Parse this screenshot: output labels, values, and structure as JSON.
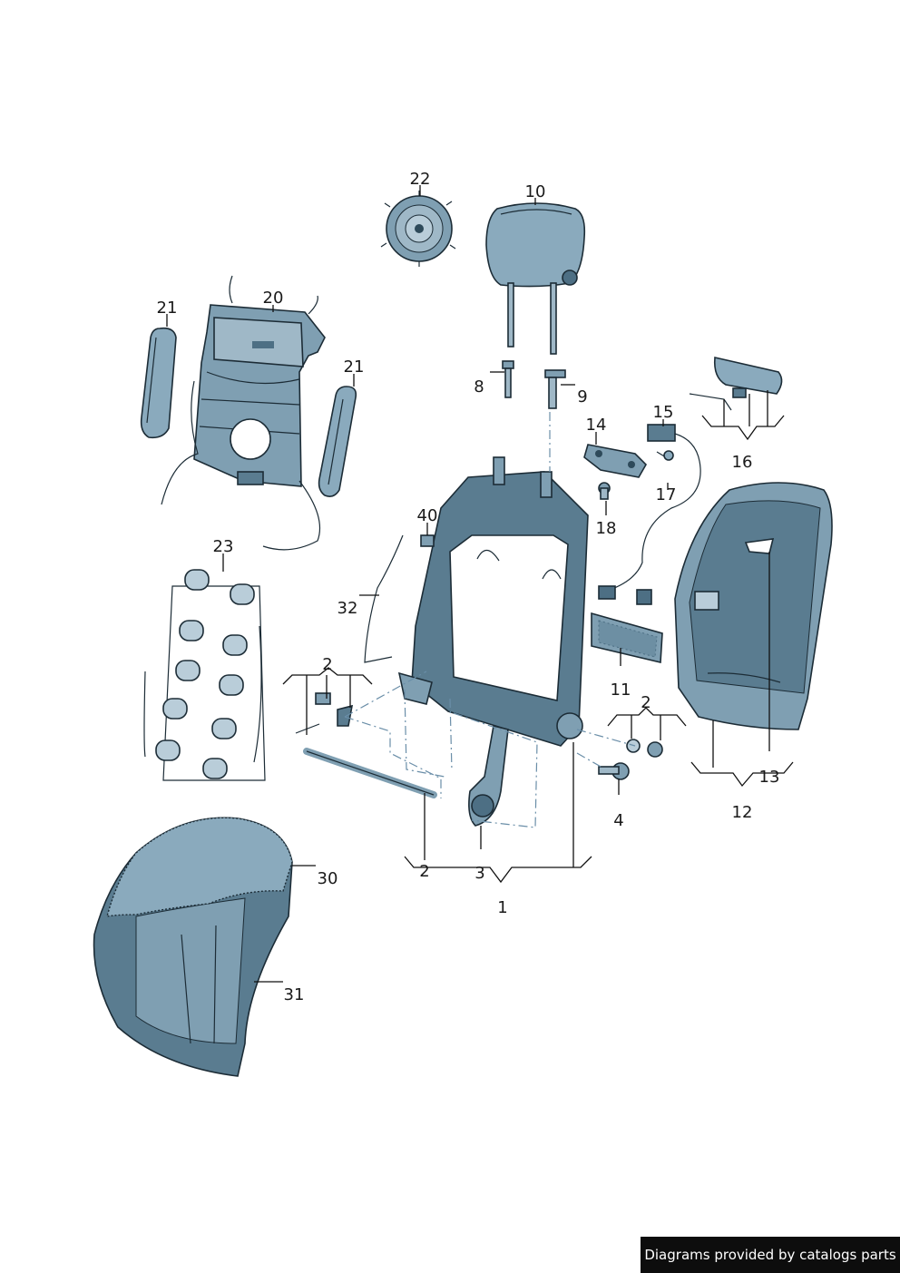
{
  "colors": {
    "part_fill": "#7f9fb2",
    "part_dark": "#4d6f84",
    "part_light": "#b9cdd9",
    "frame": "#5a7c90",
    "footer_bg": "#0d0d0d",
    "footer_text": "#ffffff"
  },
  "callouts": {
    "c22": "22",
    "c10": "10",
    "c21a": "21",
    "c20": "20",
    "c21b": "21",
    "c8": "8",
    "c9": "9",
    "c14": "14",
    "c15": "15",
    "c16": "16",
    "c17": "17",
    "c18": "18",
    "c40": "40",
    "c32": "32",
    "c23": "23",
    "c2a": "2",
    "c2b": "2",
    "c2c": "2",
    "c11": "11",
    "c4": "4",
    "c3": "3",
    "c1": "1",
    "c12": "12",
    "c13": "13",
    "c30": "30",
    "c31": "31"
  },
  "footer": {
    "credit": "Diagrams provided by catalogs parts"
  }
}
